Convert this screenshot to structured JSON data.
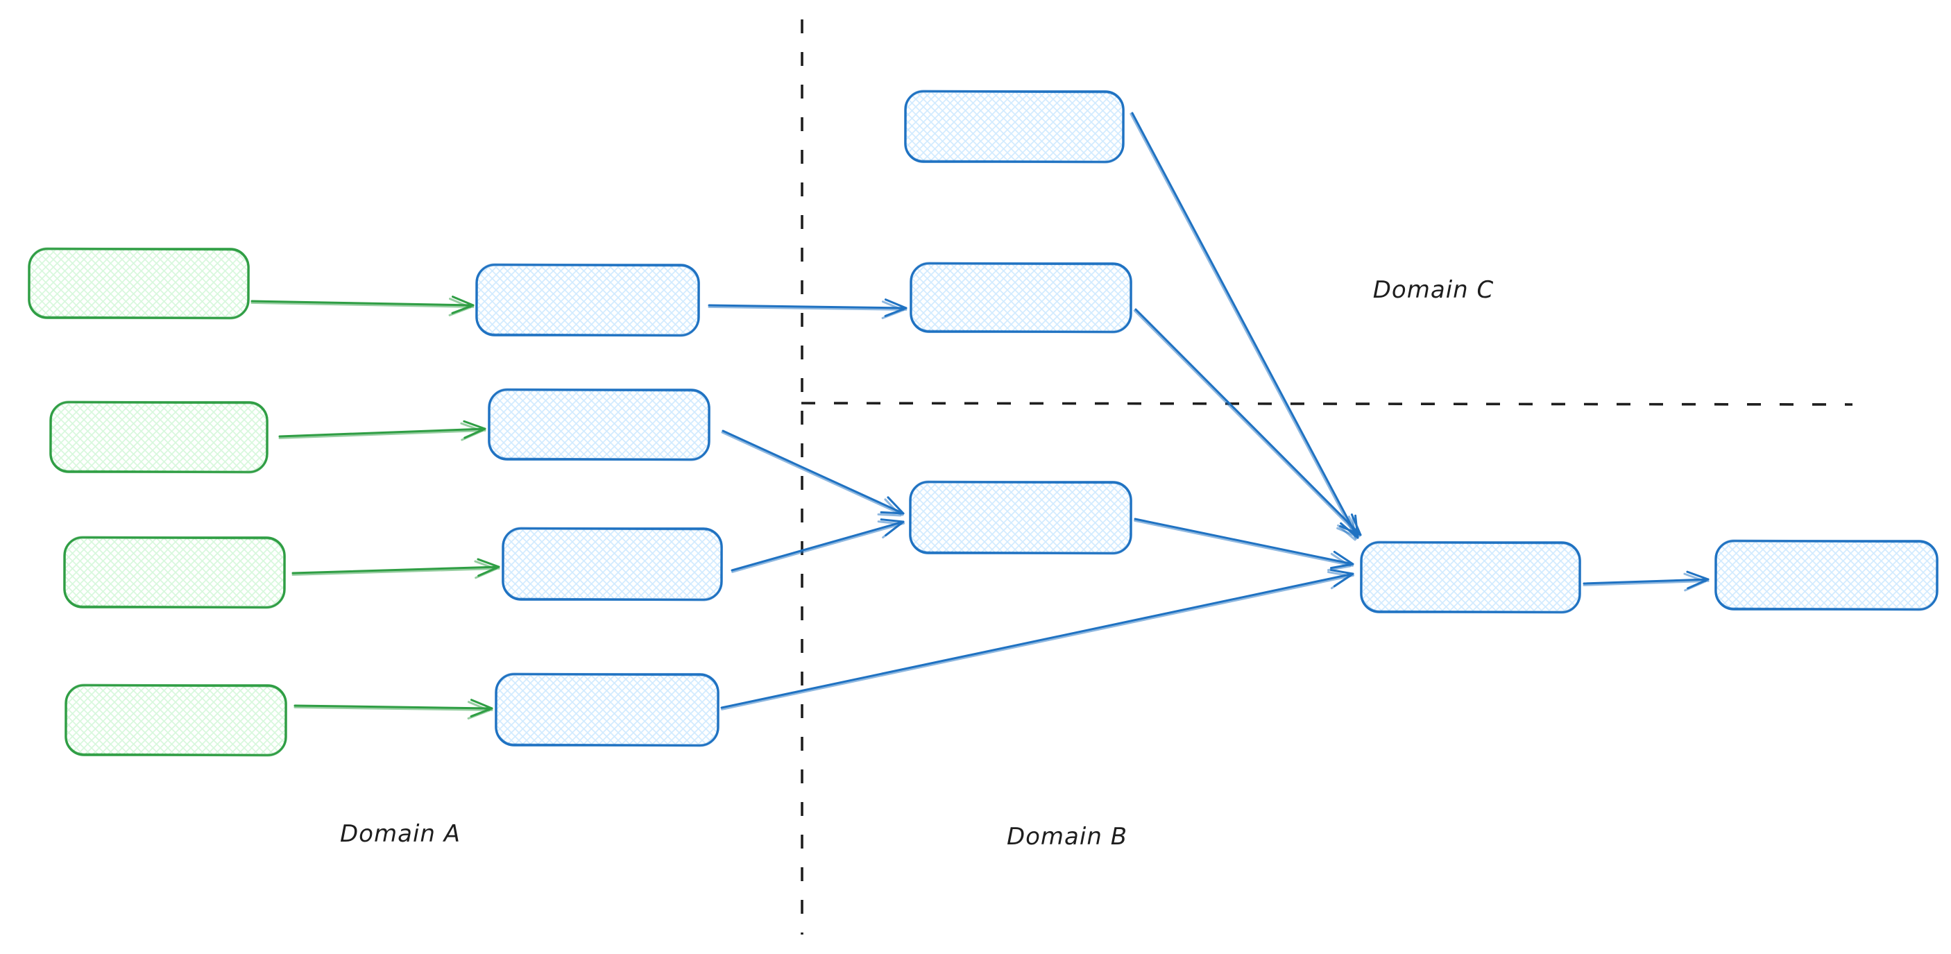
{
  "labels": {
    "domain_a": "Domain A",
    "domain_b": "Domain B",
    "domain_c": "Domain C"
  },
  "colors": {
    "green_stroke": "#2f9e44",
    "green_hatch": "#b2f2bb",
    "blue_stroke": "#1f72c2",
    "blue_hatch": "#a5d8ff",
    "divider": "#1e1e1e",
    "label_text": "#1e1e1e",
    "canvas_background": "#ffffff"
  },
  "graph": {
    "style": "hand-drawn sketch, cross-hatch filled rounded rectangles, open V arrowheads",
    "nodes": [
      {
        "id": "a1",
        "style": "green",
        "domain": "A",
        "label": ""
      },
      {
        "id": "a2",
        "style": "green",
        "domain": "A",
        "label": ""
      },
      {
        "id": "a3",
        "style": "green",
        "domain": "A",
        "label": ""
      },
      {
        "id": "a4",
        "style": "green",
        "domain": "A",
        "label": ""
      },
      {
        "id": "b1",
        "style": "blue",
        "domain": "A",
        "label": ""
      },
      {
        "id": "b2",
        "style": "blue",
        "domain": "A",
        "label": ""
      },
      {
        "id": "b3",
        "style": "blue",
        "domain": "A",
        "label": ""
      },
      {
        "id": "b4",
        "style": "blue",
        "domain": "A",
        "label": ""
      },
      {
        "id": "c1",
        "style": "blue",
        "domain": "C",
        "label": ""
      },
      {
        "id": "c2",
        "style": "blue",
        "domain": "C",
        "label": ""
      },
      {
        "id": "c3",
        "style": "blue",
        "domain": "B",
        "label": ""
      },
      {
        "id": "d1",
        "style": "blue",
        "domain": "B",
        "label": ""
      },
      {
        "id": "e1",
        "style": "blue",
        "domain": "B",
        "label": ""
      }
    ],
    "edges": [
      {
        "from": "a1",
        "to": "b1",
        "color": "green"
      },
      {
        "from": "a2",
        "to": "b2",
        "color": "green"
      },
      {
        "from": "a3",
        "to": "b3",
        "color": "green"
      },
      {
        "from": "a4",
        "to": "b4",
        "color": "green"
      },
      {
        "from": "b1",
        "to": "c2",
        "color": "blue"
      },
      {
        "from": "b2",
        "to": "c3",
        "color": "blue"
      },
      {
        "from": "b3",
        "to": "c3",
        "color": "blue"
      },
      {
        "from": "b4",
        "to": "d1",
        "color": "blue"
      },
      {
        "from": "c1",
        "to": "d1",
        "color": "blue"
      },
      {
        "from": "c2",
        "to": "d1",
        "color": "blue"
      },
      {
        "from": "c3",
        "to": "d1",
        "color": "blue"
      },
      {
        "from": "d1",
        "to": "e1",
        "color": "blue"
      }
    ],
    "dividers": [
      {
        "id": "vertical",
        "separates": "Domain A | Domain B/C",
        "style": "dashed"
      },
      {
        "id": "horizontal",
        "separates": "Domain C / Domain B",
        "style": "dashed"
      }
    ]
  }
}
